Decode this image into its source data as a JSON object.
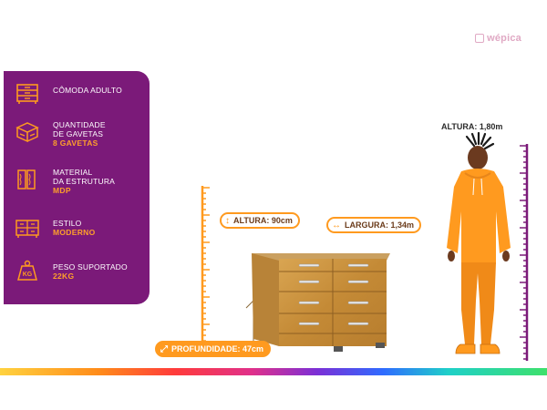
{
  "brand": {
    "name": "wépica"
  },
  "specs": [
    {
      "label": "CÔMODA ADULTO",
      "value": "",
      "icon": "dresser-icon"
    },
    {
      "label": "QUANTIDADE\nDE GAVETAS",
      "value": "8 GAVETAS",
      "icon": "drawers-icon"
    },
    {
      "label": "MATERIAL\nDA ESTRUTURA",
      "value": "MDP",
      "icon": "wood-material-icon"
    },
    {
      "label": "ESTILO",
      "value": "MODERNO",
      "icon": "style-icon"
    },
    {
      "label": "PESO SUPORTADO",
      "value": "22KG",
      "icon": "weight-icon"
    }
  ],
  "measurements": {
    "height": "ALTURA: 90cm",
    "width": "LARGURA: 1,34m",
    "depth": "PROFUNDIDADE: 47cm",
    "person_height": "ALTURA: 1,80m"
  },
  "colors": {
    "panel": "#7b1a79",
    "accent": "#ff9a1f",
    "ruler": "#7b1a79",
    "wood": "#c8933e"
  }
}
